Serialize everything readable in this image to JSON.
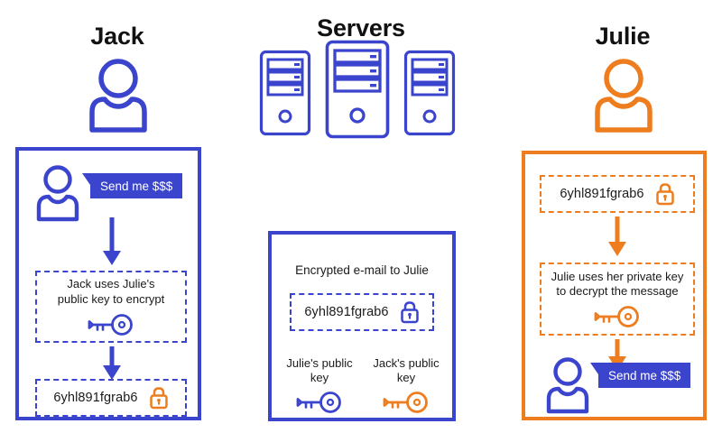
{
  "colors": {
    "blue": "#3b44cc",
    "orange": "#ed7d1e",
    "text": "#1a1a1a",
    "bubble_bg": "#3b44cc",
    "bubble_text": "#ffffff",
    "background": "#ffffff"
  },
  "columns": {
    "left_title": "Jack",
    "center_title": "Servers",
    "right_title": "Julie"
  },
  "left_panel": {
    "message_bubble": "Send me $$$",
    "step_encrypt": "Jack uses Julie's\npublic key to encrypt",
    "ciphertext": "6yhl891fgrab6"
  },
  "center_panel": {
    "heading": "Encrypted e-mail to Julie",
    "ciphertext": "6yhl891fgrab6",
    "keys": [
      {
        "label": "Julie's public\nkey",
        "color": "blue"
      },
      {
        "label": "Jack's public\nkey",
        "color": "orange"
      }
    ]
  },
  "right_panel": {
    "ciphertext": "6yhl891fgrab6",
    "step_decrypt": "Julie uses her private key\nto decrypt the message",
    "message_bubble": "Send me $$$"
  },
  "icons": {
    "person": "person-icon",
    "server": "server-icon",
    "key": "key-icon",
    "lock": "lock-icon",
    "arrow_down": "arrow-down-icon"
  }
}
